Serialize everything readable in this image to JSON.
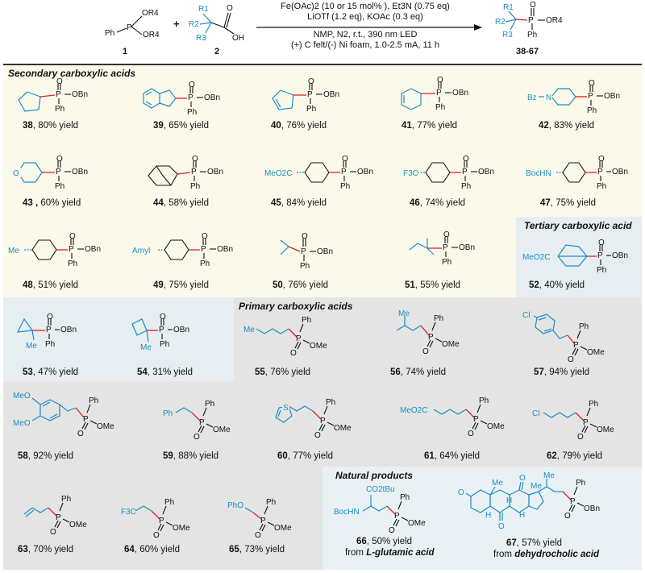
{
  "scheme": {
    "reagent1": {
      "atoms": [
        "OR4",
        "Ph",
        "P",
        "OR4"
      ],
      "label": "1"
    },
    "plus": "+",
    "reagent2": {
      "atoms": [
        "R1",
        "R2",
        "R3",
        "O",
        "OH"
      ],
      "label": "2"
    },
    "conditions": [
      "Fe(OAc)2 (10 or 15 mol% ), Et3N (0.75 eq)",
      "LiOTf (1.2 eq), KOAc (0.3 eq)",
      "NMP, N2, r.t., 390 nm LED",
      "(+) C felt/(-) Ni foam, 1.0-2.5 mA, 11 h"
    ],
    "product": {
      "atoms": [
        "R1",
        "R2",
        "R3",
        "O",
        "P",
        "OR4",
        "Ph"
      ],
      "label": "38-67"
    }
  },
  "sections": {
    "secondary": "Secondary carboxylic acids",
    "tertiary": "Tertiary  carboxylic acid",
    "primary": "Primary carboxylic acids",
    "natural": "Natural products"
  },
  "atoms": {
    "O": "O",
    "P": "P",
    "OBn": "OBn",
    "Ph": "Ph",
    "OMe": "OMe",
    "Bz": "Bz",
    "N": "N",
    "MeO2C": "MeO2C",
    "F3C": "F3C",
    "BocHN": "BocHN",
    "Me": "Me",
    "Amyl": "Amyl",
    "Cl": "Cl",
    "MeO": "MeO",
    "S": "S",
    "PhO": "PhO",
    "CO2tBu": "CO2tBu",
    "H": "H"
  },
  "compounds": [
    {
      "id": "38",
      "yield": "80% yield"
    },
    {
      "id": "39",
      "yield": "65% yield"
    },
    {
      "id": "40",
      "yield": "76% yield"
    },
    {
      "id": "41",
      "yield": "77% yield"
    },
    {
      "id": "42",
      "yield": "83% yield"
    },
    {
      "id": "43 ,",
      "yield": "60% yield"
    },
    {
      "id": "44",
      "yield": "58% yield"
    },
    {
      "id": "45",
      "yield": "84% yield"
    },
    {
      "id": "46",
      "yield": "74% yield"
    },
    {
      "id": "47",
      "yield": "75% yield"
    },
    {
      "id": "48",
      "yield": "51% yield"
    },
    {
      "id": "49",
      "yield": "75% yield"
    },
    {
      "id": "50",
      "yield": "76% yield"
    },
    {
      "id": "51",
      "yield": "55% yield"
    },
    {
      "id": "52",
      "yield": "40% yield"
    },
    {
      "id": "53",
      "yield": "47% yield"
    },
    {
      "id": "54",
      "yield": "31% yield"
    },
    {
      "id": "55",
      "yield": "76% yield"
    },
    {
      "id": "56",
      "yield": "74% yield"
    },
    {
      "id": "57",
      "yield": "94% yield"
    },
    {
      "id": "58",
      "yield": "92% yield"
    },
    {
      "id": "59",
      "yield": "88% yield"
    },
    {
      "id": "60",
      "yield": "77% yield"
    },
    {
      "id": "61",
      "yield": "64% yield"
    },
    {
      "id": "62",
      "yield": "79% yield"
    },
    {
      "id": "63",
      "yield": "70% yield"
    },
    {
      "id": "64",
      "yield": "60% yield"
    },
    {
      "id": "65",
      "yield": "73% yield"
    },
    {
      "id": "66",
      "yield": "50% yield",
      "source_prefix": "from",
      "source": "L-glutamic acid"
    },
    {
      "id": "67",
      "yield": "57% yield",
      "source_prefix": "from",
      "source": "dehydrocholic acid"
    }
  ],
  "colors": {
    "substrate": "#1a8fc4",
    "new_bond": "#e02020",
    "secondary_panel": "#fbf9ea",
    "tertiary_panel": "#e6eef2",
    "primary_panel": "#e4e4e4",
    "natural_panel": "#eaf1f4"
  }
}
